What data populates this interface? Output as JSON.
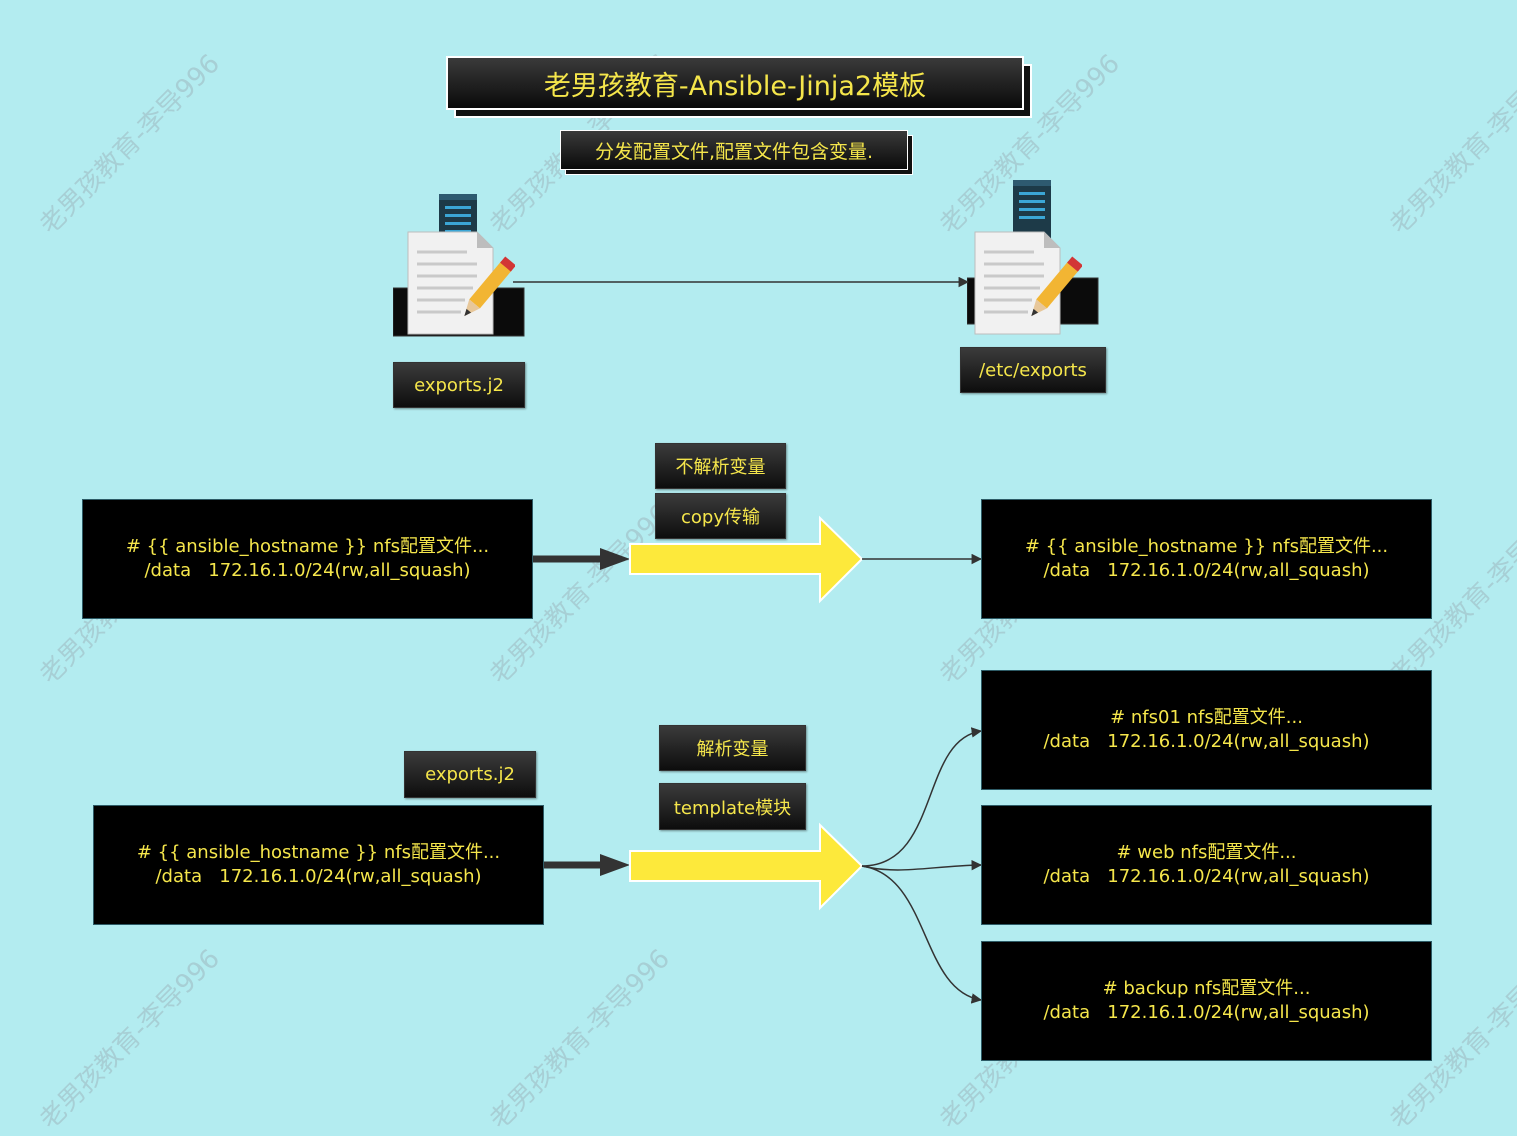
{
  "title": "老男孩教育-Ansible-Jinja2模板",
  "subtitle": "分发配置文件,配置文件包含变量.",
  "watermark": "老男孩教育-李导996",
  "top_flow": {
    "source_label": "exports.j2",
    "target_label": "/etc/exports"
  },
  "copy_flow": {
    "tag_no_parse": "不解析变量",
    "tag_method": "copy传输",
    "source": {
      "line1": "# {{ ansible_hostname }} nfs配置文件...",
      "line2": "/data   172.16.1.0/24(rw,all_squash)"
    },
    "target": {
      "line1": "# {{ ansible_hostname }} nfs配置文件...",
      "line2": "/data   172.16.1.0/24(rw,all_squash)"
    }
  },
  "template_flow": {
    "source_label": "exports.j2",
    "tag_parse": "解析变量",
    "tag_method": "template模块",
    "source": {
      "line1": "# {{ ansible_hostname }} nfs配置文件...",
      "line2": "/data   172.16.1.0/24(rw,all_squash)"
    },
    "targets": [
      {
        "line1": "# nfs01 nfs配置文件...",
        "line2": "/data   172.16.1.0/24(rw,all_squash)"
      },
      {
        "line1": "# web nfs配置文件...",
        "line2": "/data   172.16.1.0/24(rw,all_squash)"
      },
      {
        "line1": "# backup nfs配置文件...",
        "line2": "/data   172.16.1.0/24(rw,all_squash)"
      }
    ]
  },
  "colors": {
    "background": "#b3ecf0",
    "text_accent": "#f5e64b",
    "big_arrow": "#fde93b",
    "block": "#000000"
  },
  "icons": [
    "server-icon",
    "document-edit-icon"
  ]
}
